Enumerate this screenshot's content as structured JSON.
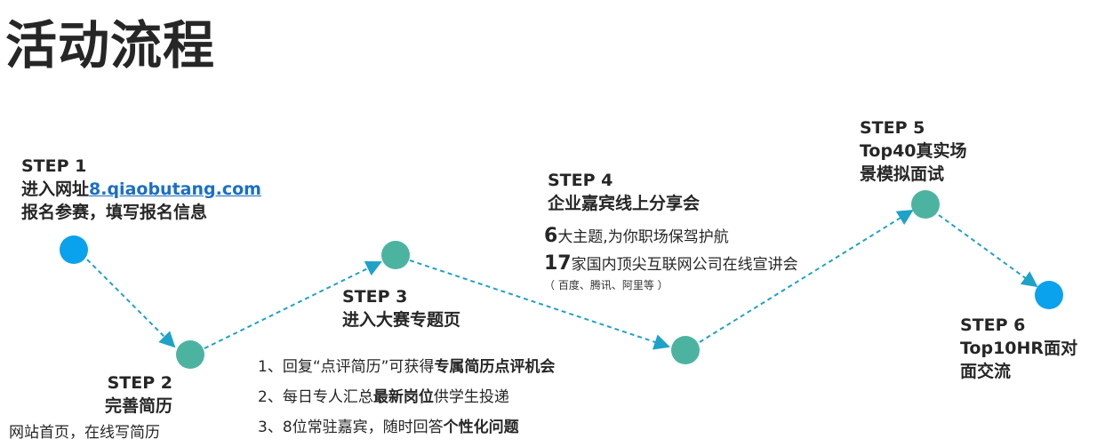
{
  "title": "活动流程",
  "colors": {
    "blue_node": "#0aa2ec",
    "green_node": "#4db3a1",
    "line": "#1ea2c8"
  },
  "steps": [
    {
      "id": "step1",
      "label": "STEP 1",
      "line1_prefix": "进入网址",
      "link": "8.qiaobutang.com",
      "line2": "报名参赛，填写报名信息"
    },
    {
      "id": "step2",
      "label": "STEP 2",
      "line1": "完善简历",
      "note": "网站首页，在线写简历"
    },
    {
      "id": "step3",
      "label": "STEP 3",
      "line1": "进入大赛专题页",
      "items": [
        {
          "prefix": "1、回复“点评简历”可获得",
          "bold": "专属简历点评机会",
          "suffix": ""
        },
        {
          "prefix": "2、每日专人汇总",
          "bold": "最新岗位",
          "suffix": "供学生投递"
        },
        {
          "prefix": "3、8位常驻嘉宾，随时回答",
          "bold": "个性化问题",
          "suffix": ""
        }
      ]
    },
    {
      "id": "step4",
      "label": "STEP 4",
      "line1": "企业嘉宾线上分享会",
      "stat1_num": "6",
      "stat1_text": "大主题,为你职场保驾护航",
      "stat2_num": "17",
      "stat2_text": "家国内顶尖互联网公司在线宣讲会",
      "stat2_note": "（ 百度、腾讯、阿里等 ）"
    },
    {
      "id": "step5",
      "label": "STEP 5",
      "line1": "Top40真实场",
      "line2": "景模拟面试"
    },
    {
      "id": "step6",
      "label": "STEP 6",
      "line1": "Top10HR面对",
      "line2": "面交流"
    }
  ]
}
